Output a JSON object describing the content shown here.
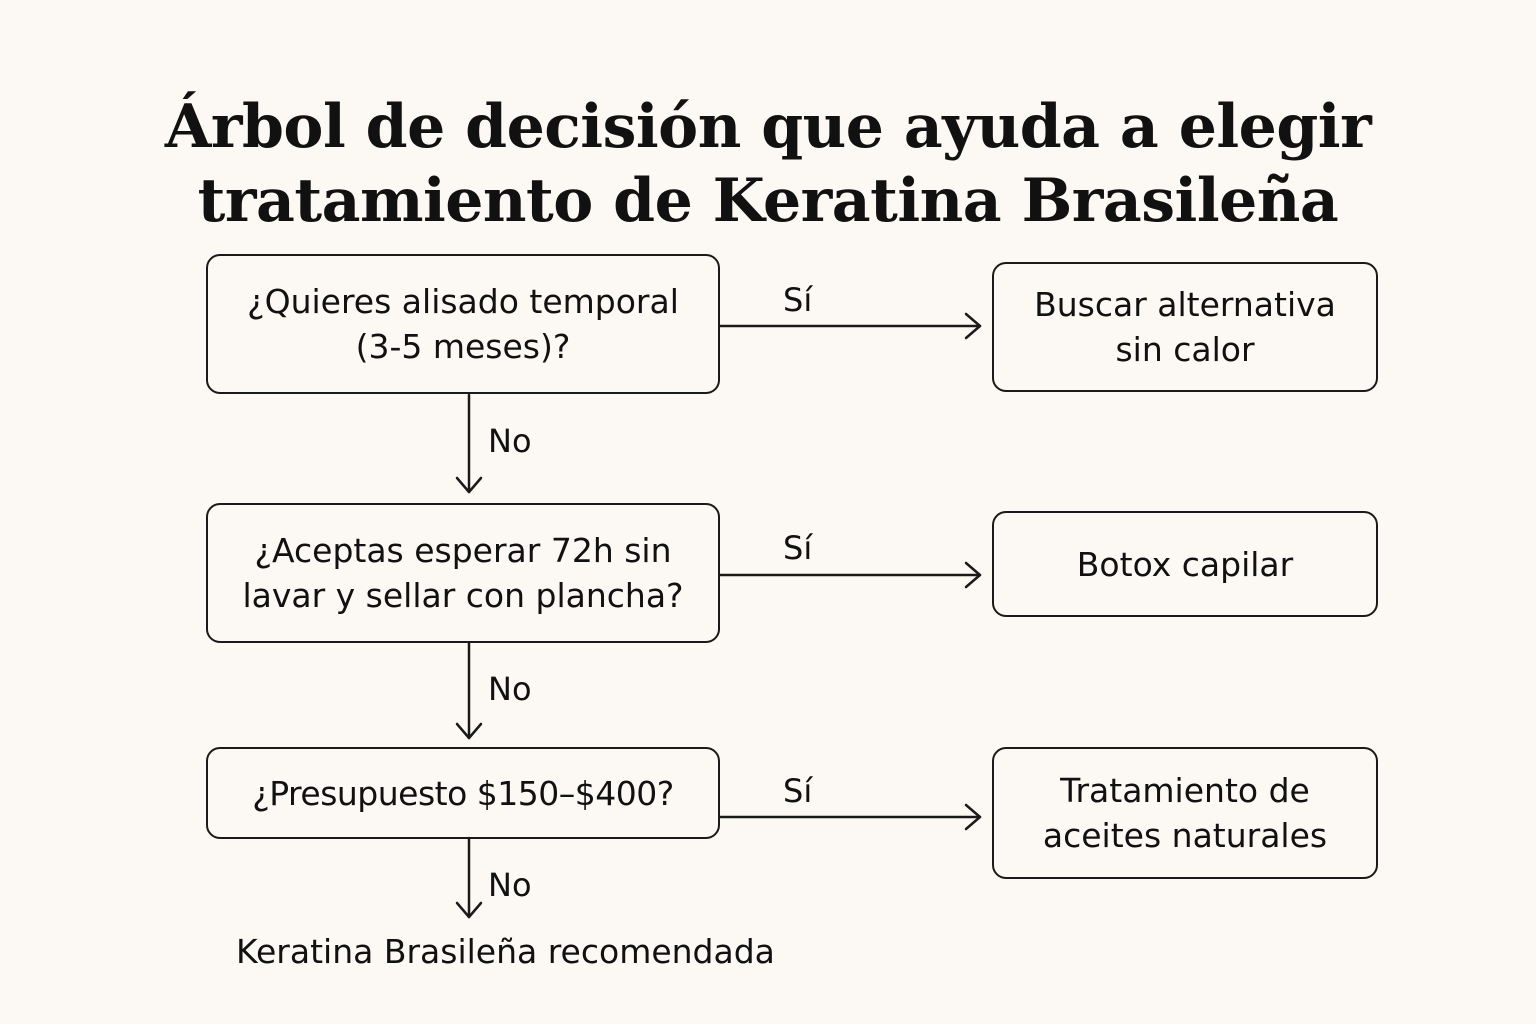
{
  "title": {
    "line1": "Árbol de decisión que ayuda a elegir",
    "line2": "tratamiento de Keratina Brasileña"
  },
  "questions": [
    {
      "text": "¿Quieres alisado temporal (3-5 meses)?",
      "yes": "Sí",
      "no": "No"
    },
    {
      "text": "¿Aceptas esperar 72h sin lavar y sellar con plancha?",
      "yes": "Sí",
      "no": "No"
    },
    {
      "text": "¿Presupuesto $150–$400?",
      "yes": "Sí",
      "no": "No"
    }
  ],
  "outcomes": [
    {
      "text": "Buscar alternativa sin calor"
    },
    {
      "text": "Botox capilar"
    },
    {
      "text": "Tratamiento de aceites naturales"
    }
  ],
  "final": {
    "text": "Keratina Brasileña recomendada"
  },
  "colors": {
    "background": "#fcf8f3",
    "ink": "#111111"
  }
}
